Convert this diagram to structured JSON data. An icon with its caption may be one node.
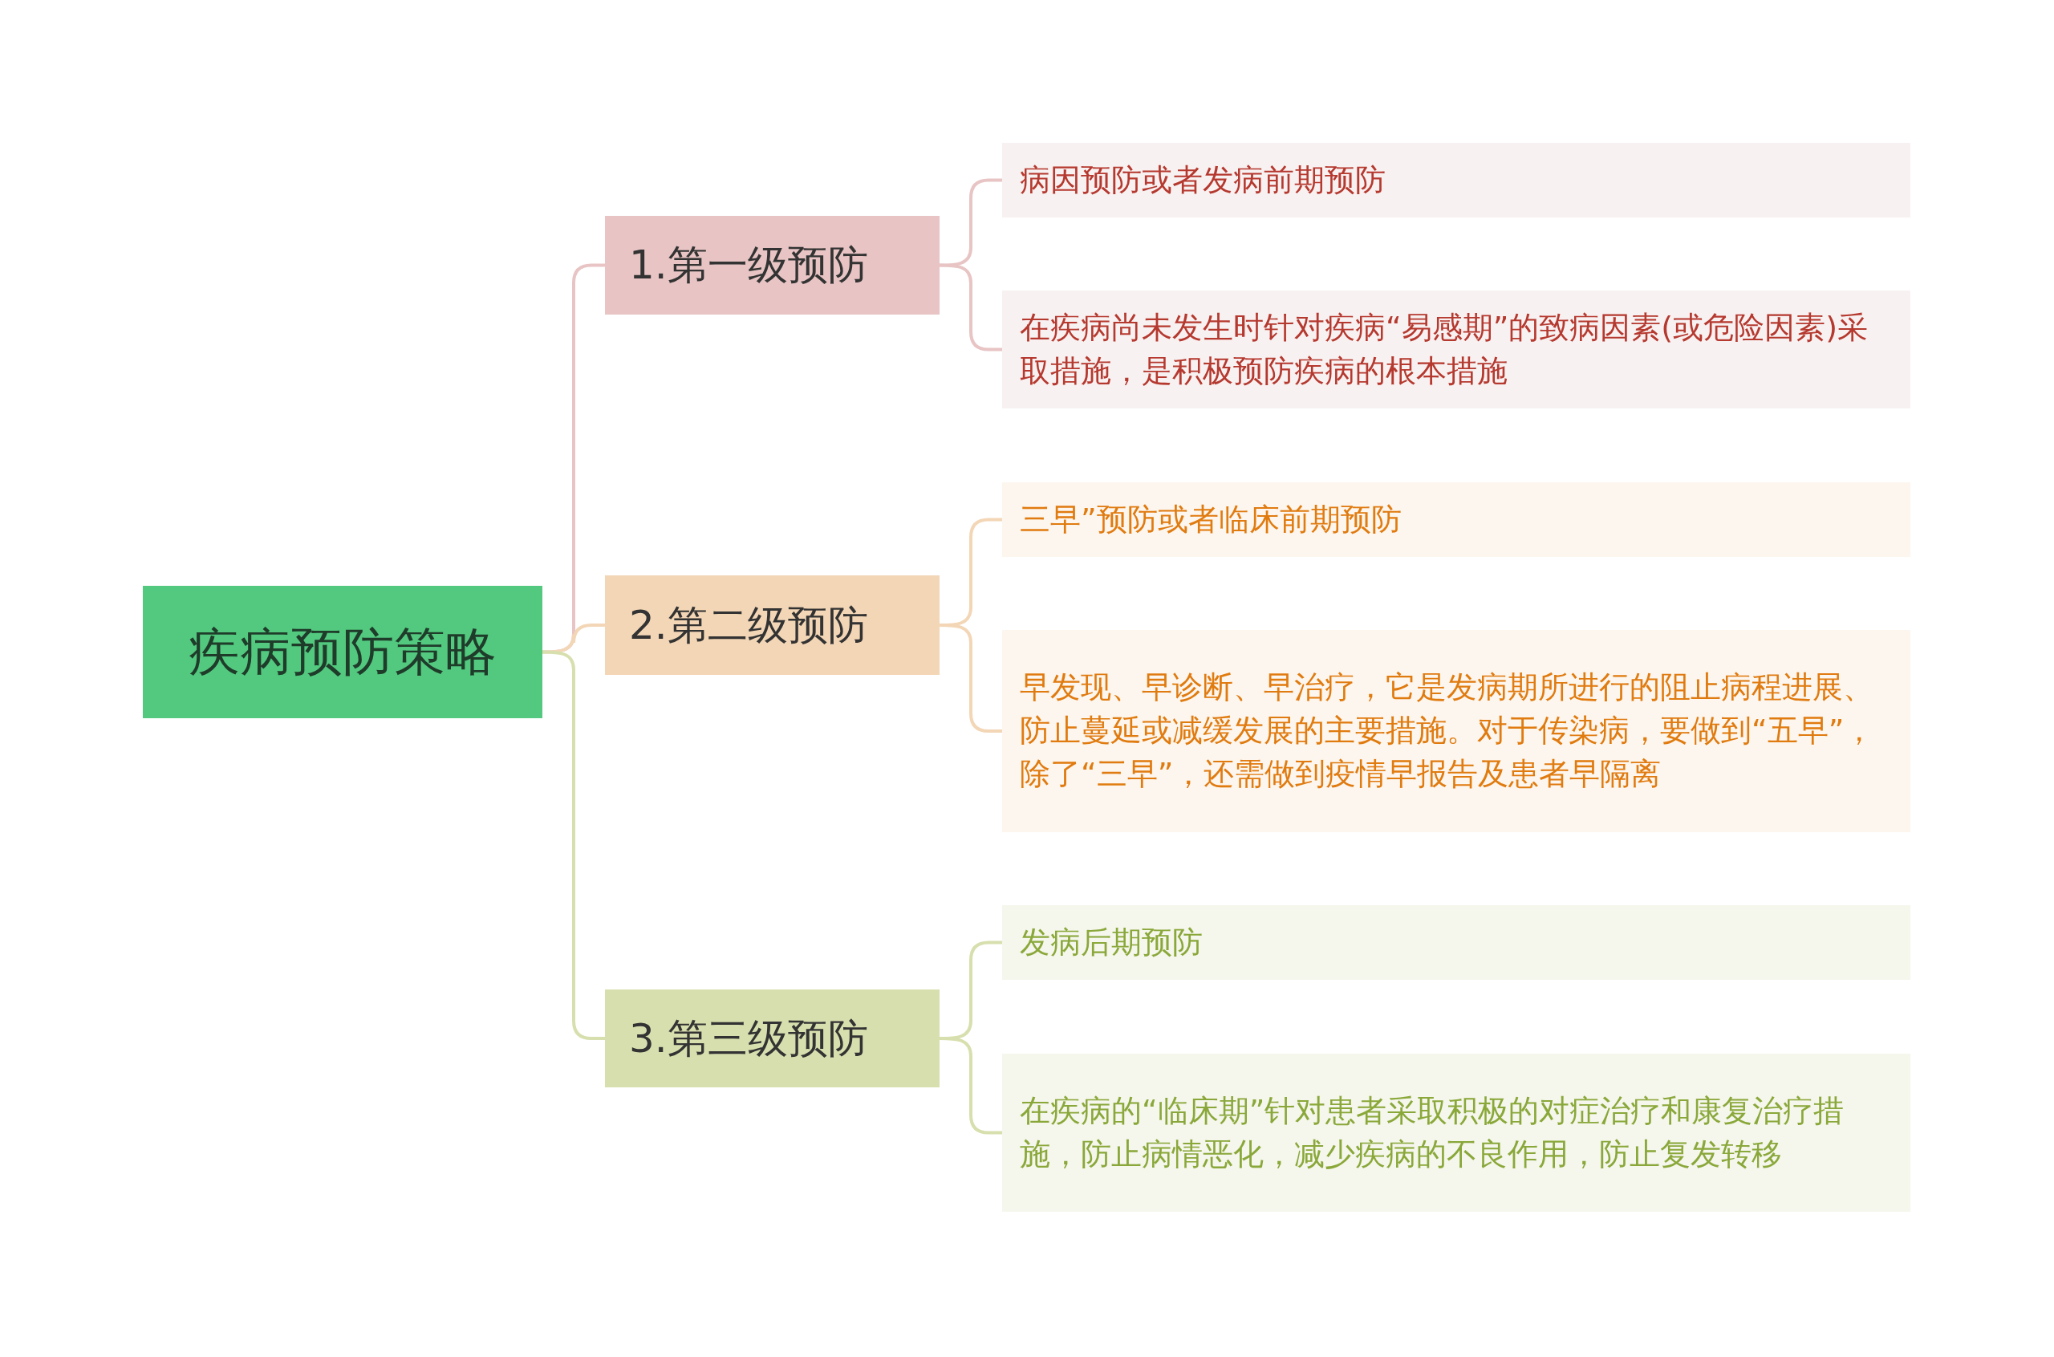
{
  "diagram": {
    "nodes": [
      {
        "text": [
          "疾病预防策略"
        ]
      },
      {
        "text": [
          "1.第一级预防"
        ]
      },
      {
        "text": [
          "病因预防或者发病前期预防"
        ]
      },
      {
        "text": [
          "在疾病尚未发生时针对疾病“易感期”的致病因素(或危险因素)采取措施，是积极预防疾病的根本措施"
        ]
      },
      {
        "text": [
          "2.第二级预防"
        ]
      },
      {
        "text": [
          "三早”预防或者临床前期预防"
        ]
      },
      {
        "text": [
          "早发现、早诊断、早治疗，它是发病期所进行的阻止病程进展、防止蔓延或减缓发展的主要措施。对于传染病，要做到“五早”，除了“三早”，还需做到疫情早报告及患者早隔离"
        ]
      },
      {
        "text": [
          "3.第三级预防"
        ]
      },
      {
        "text": [
          "发病后期预防"
        ]
      },
      {
        "text": [
          "在疾病的“临床期”针对患者采取积极的对症治疗和康复治疗措施，防止病情恶化，减少疾病的不良作用，防止复发转移"
        ]
      }
    ],
    "edges": [
      {
        "from": 0,
        "to": 1,
        "arrow": "none",
        "color": "#e8c4c4"
      },
      {
        "from": 0,
        "to": 4,
        "arrow": "none",
        "color": "#f3d6b6"
      },
      {
        "from": 0,
        "to": 7,
        "arrow": "none",
        "color": "#d8dfae"
      },
      {
        "from": 1,
        "to": 2,
        "arrow": "none",
        "color": "#e8c4c4"
      },
      {
        "from": 1,
        "to": 3,
        "arrow": "none",
        "color": "#e8c4c4"
      },
      {
        "from": 4,
        "to": 5,
        "arrow": "none",
        "color": "#f3d6b6"
      },
      {
        "from": 4,
        "to": 6,
        "arrow": "none",
        "color": "#f3d6b6"
      },
      {
        "from": 7,
        "to": 8,
        "arrow": "none",
        "color": "#d8dfae"
      },
      {
        "from": 7,
        "to": 9,
        "arrow": "none",
        "color": "#d8dfae"
      }
    ]
  }
}
